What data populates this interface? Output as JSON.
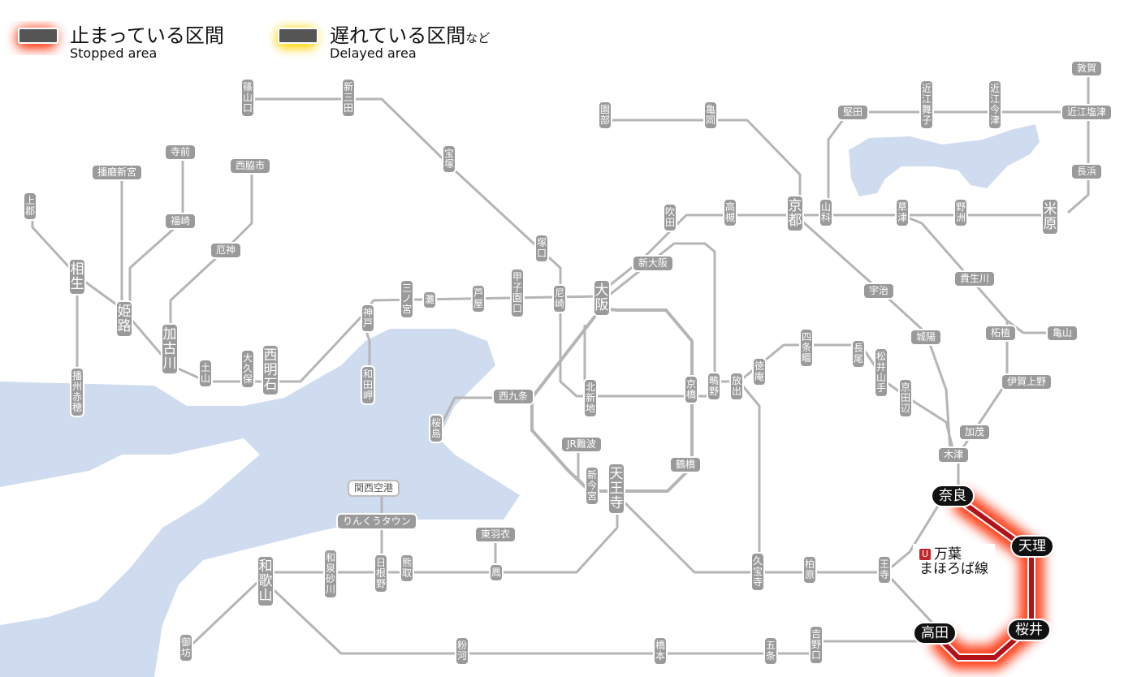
{
  "legend": {
    "stopped": {
      "jp": "止まっている区間",
      "en": "Stopped area"
    },
    "delayed": {
      "jp": "遅れている区間",
      "jp_suffix": "など",
      "en": "Delayed area"
    }
  },
  "colors": {
    "stopped_glow": "#ff2a00",
    "stopped_line": "#b3121b",
    "delayed_glow": "#ffd400",
    "line": "#b5b5b5",
    "station": "#9a9a9a",
    "water": "#cfdcef"
  },
  "line_label": {
    "icon": "U",
    "name_1": "万葉",
    "name_2": "まほろば線"
  },
  "stations": {
    "sasayamaguchi": "篠山口",
    "shinsanda": "新三田",
    "sonobe": "園部",
    "kameoka": "亀岡",
    "katata": "堅田",
    "omimaiko": "近江舞子",
    "omiimazu": "近江今津",
    "tsuruga": "敦賀",
    "omishiotsu": "近江塩津",
    "nagahama": "長浜",
    "maibara": "米原",
    "yasu": "野洲",
    "kusatsu": "草津",
    "yamashina": "山科",
    "kyoto": "京都",
    "takatsuki": "高槻",
    "suita": "吹田",
    "shinosaka": "新大阪",
    "osaka": "大阪",
    "takarazuka": "宝塚",
    "tsukaguchi": "塚口",
    "amagasaki": "尼崎",
    "koshienguchi": "甲子園口",
    "ashiya": "芦屋",
    "nada": "灘",
    "sannomiya": "三ノ宮",
    "kobe": "神戸",
    "wadamisaki": "和田岬",
    "nishiakashi": "西明石",
    "okubo": "大久保",
    "dobo": "土山",
    "kakogawa": "加古川",
    "yashiro": "厄神",
    "nishiwakishi": "西脇市",
    "teramae": "寺前",
    "fukusaki": "福崎",
    "harimashinmiya": "播磨新宮",
    "kamigori": "上郡",
    "aioi": "相生",
    "himeji": "姫路",
    "banshuako": "播州赤穂",
    "nishikujo": "西九条",
    "sakurajima": "桜島",
    "kitashinchi": "北新地",
    "kyobashi": "京橋",
    "shigino": "鴫野",
    "hanaten": "放出",
    "tokuan": "徳庵",
    "shijonawate": "四条畷",
    "nagao": "長尾",
    "matsuiyamate": "松井山手",
    "kyotanabe": "京田辺",
    "uji": "宇治",
    "joyo": "城陽",
    "kizu": "木津",
    "kamo": "加茂",
    "igaueno": "伊賀上野",
    "tsuge": "柘植",
    "kameyama": "亀山",
    "kibukawa": "貴生川",
    "jrnamba": "JR難波",
    "shinimamiya": "新今宮",
    "tennoji": "天王寺",
    "tsuruhashi": "鶴橋",
    "kansaiairport": "関西空港",
    "rinku": "りんくうタウン",
    "hineno": "日根野",
    "izumisunagawa": "和泉砂川",
    "kumatori": "熊取",
    "higashihagoromo": "東羽衣",
    "otori": "鳳",
    "wakayama": "和歌山",
    "gobo": "御坊",
    "kokawa": "粉河",
    "hashimoto": "橋本",
    "gojo": "五条",
    "yoshinoguchi": "吉野口",
    "kyuhoji": "久宝寺",
    "kashiwara": "柏原",
    "oji": "王寺",
    "nara": "奈良",
    "tenri": "天理",
    "sakurai": "桜井",
    "takada": "高田"
  }
}
